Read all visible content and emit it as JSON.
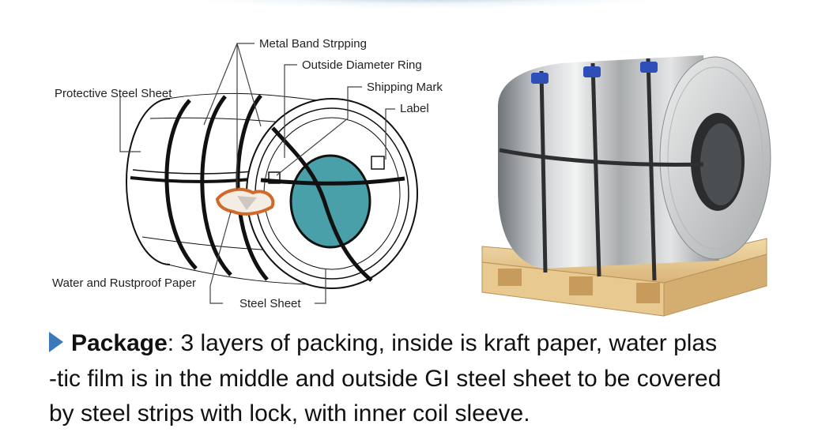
{
  "labels": {
    "metal_band": "Metal Band Strpping",
    "outside_ring": "Outside Diameter Ring",
    "shipping_mark": "Shipping Mark",
    "label": "Label",
    "protective_sheet": "Protective Steel Sheet",
    "water_paper": "Water and Rustproof Paper",
    "steel_sheet": "Steel Sheet"
  },
  "caption": {
    "keyword": "Package",
    "separator": ":",
    "line1_text": " 3 layers of packing, inside is kraft paper, water plas",
    "line2": "-tic film is in the middle and outside GI steel sheet to be covered",
    "line3": "by steel strips with lock, with inner coil sleeve."
  },
  "colors": {
    "accent": "#3b79b8",
    "core_fill": "#4aa0a8",
    "paper_outline": "#d0692a"
  },
  "icons": {
    "bullet": "arrow-right-icon"
  }
}
